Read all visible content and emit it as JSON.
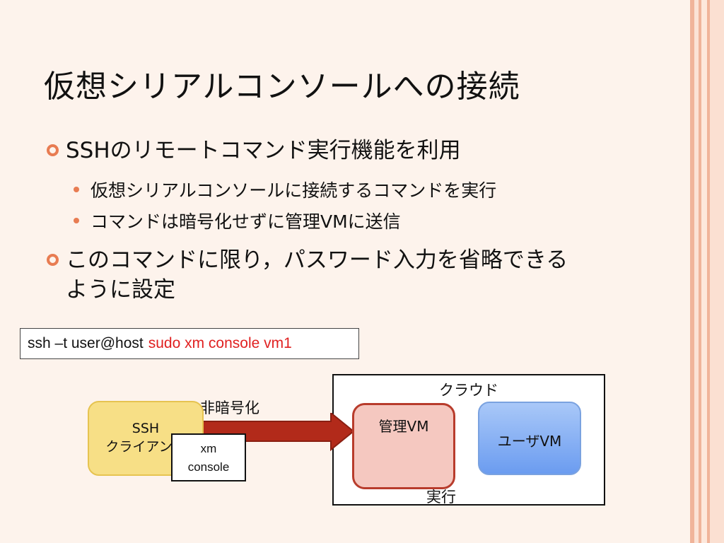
{
  "slide": {
    "title": "仮想シリアルコンソールへの接続",
    "bullets": [
      {
        "text": "SSHのリモートコマンド実行機能を利用",
        "sub": [
          "仮想シリアルコンソールに接続するコマンドを実行",
          "コマンドは暗号化せずに管理VMに送信"
        ]
      },
      {
        "line1": "このコマンドに限り，パスワード入力を省略できる",
        "line2": "ように設定"
      }
    ],
    "command": {
      "prefix": "ssh –t user@host",
      "highlight": "sudo xm console vm1"
    },
    "diagram": {
      "cloud_label": "クラウド",
      "unencrypted_label": "非暗号化",
      "ssh_client": {
        "line1": "SSH",
        "line2": "クライアント"
      },
      "xm_console": {
        "line1": "xm",
        "line2": "console"
      },
      "mgmt_vm": "管理VM",
      "user_vm": "ユーザVM",
      "exec_label": "実行"
    }
  },
  "colors": {
    "accent": "#e87c52",
    "command_highlight": "#e02020",
    "arrow": "#b22a1a"
  }
}
